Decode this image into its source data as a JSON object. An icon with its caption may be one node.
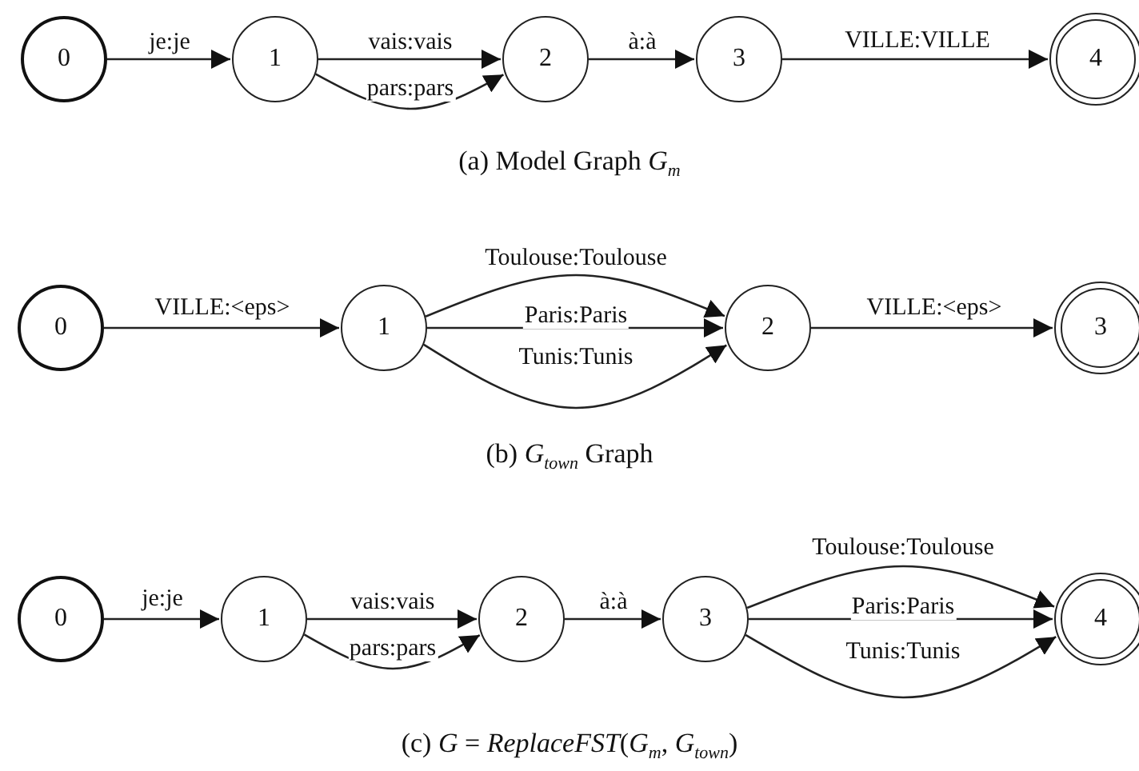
{
  "diagram": {
    "nodes": [
      {
        "text": [
          "0"
        ]
      },
      {
        "text": [
          "1"
        ]
      },
      {
        "text": [
          "2"
        ]
      },
      {
        "text": [
          "3"
        ]
      },
      {
        "text": [
          "4"
        ]
      },
      {
        "text": [
          "0"
        ]
      },
      {
        "text": [
          "1"
        ]
      },
      {
        "text": [
          "2"
        ]
      },
      {
        "text": [
          "3"
        ]
      },
      {
        "text": [
          "0"
        ]
      },
      {
        "text": [
          "1"
        ]
      },
      {
        "text": [
          "2"
        ]
      },
      {
        "text": [
          "3"
        ]
      },
      {
        "text": [
          "4"
        ]
      }
    ],
    "edges": [
      {
        "from": 0,
        "to": 1,
        "arrow": "to",
        "label": "je:je"
      },
      {
        "from": 1,
        "to": 2,
        "arrow": "to",
        "label": "vais:vais"
      },
      {
        "from": 1,
        "to": 2,
        "arrow": "to",
        "label": "pars:pars"
      },
      {
        "from": 2,
        "to": 3,
        "arrow": "to",
        "label": "à:à"
      },
      {
        "from": 3,
        "to": 4,
        "arrow": "to",
        "label": "VILLE:VILLE"
      },
      {
        "from": 5,
        "to": 6,
        "arrow": "to",
        "label": "VILLE:<eps>"
      },
      {
        "from": 6,
        "to": 7,
        "arrow": "to",
        "label": "Toulouse:Toulouse"
      },
      {
        "from": 6,
        "to": 7,
        "arrow": "to",
        "label": "Paris:Paris"
      },
      {
        "from": 6,
        "to": 7,
        "arrow": "to",
        "label": "Tunis:Tunis"
      },
      {
        "from": 7,
        "to": 8,
        "arrow": "to",
        "label": "VILLE:<eps>"
      },
      {
        "from": 9,
        "to": 10,
        "arrow": "to",
        "label": "je:je"
      },
      {
        "from": 10,
        "to": 11,
        "arrow": "to",
        "label": "vais:vais"
      },
      {
        "from": 10,
        "to": 11,
        "arrow": "to",
        "label": "pars:pars"
      },
      {
        "from": 11,
        "to": 12,
        "arrow": "to",
        "label": "à:à"
      },
      {
        "from": 12,
        "to": 13,
        "arrow": "to",
        "label": "Toulouse:Toulouse"
      },
      {
        "from": 12,
        "to": 13,
        "arrow": "to",
        "label": "Paris:Paris"
      },
      {
        "from": 12,
        "to": 13,
        "arrow": "to",
        "label": "Tunis:Tunis"
      }
    ],
    "labels": [
      "(a) Model Graph *G*$_{m}$",
      "(b) *G*$_{town}$ Graph",
      "(c) *G* = *ReplaceFST*(*G*$_{m}$, *G*$_{town}$)"
    ]
  }
}
